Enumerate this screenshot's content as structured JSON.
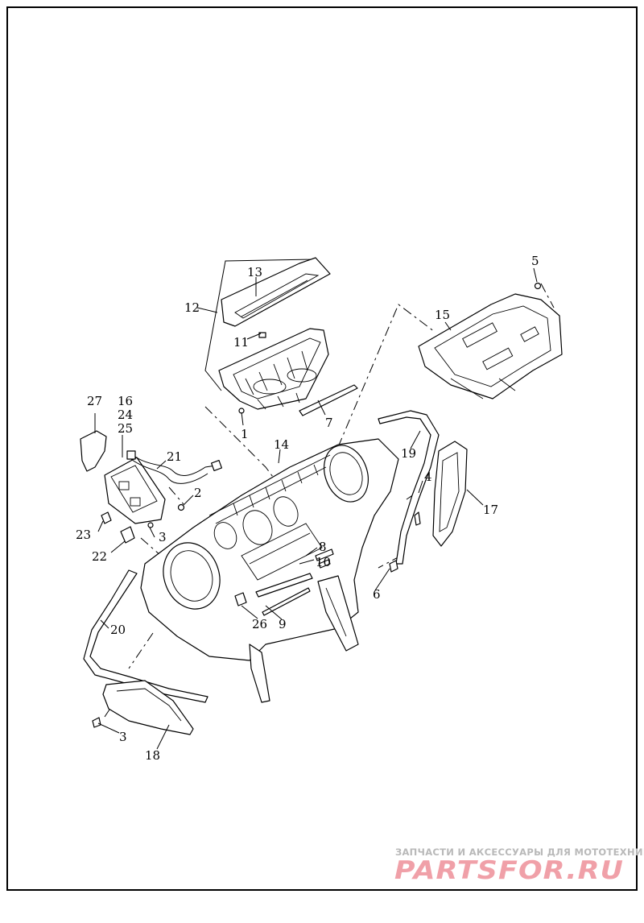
{
  "diagram": {
    "callouts": {
      "c1": "1",
      "c2": "2",
      "c3a": "3",
      "c3b": "3",
      "c4": "4",
      "c5": "5",
      "c6": "6",
      "c7": "7",
      "c8": "8",
      "c9": "9",
      "c10": "10",
      "c11": "11",
      "c12": "12",
      "c13": "13",
      "c14": "14",
      "c15": "15",
      "c16": "16",
      "c17": "17",
      "c18": "18",
      "c19": "19",
      "c20": "20",
      "c21": "21",
      "c22": "22",
      "c23": "23",
      "c24": "24",
      "c25": "25",
      "c26": "26",
      "c27": "27"
    }
  },
  "watermark": {
    "tagline": "ЗАПЧАСТИ И АКСЕССУАРЫ ДЛЯ МОТОТЕХНИКИ",
    "logo": "PARTSFOR.RU",
    "colors": {
      "logo": "#f0a0a8",
      "tagline": "#b9b9b9"
    }
  }
}
